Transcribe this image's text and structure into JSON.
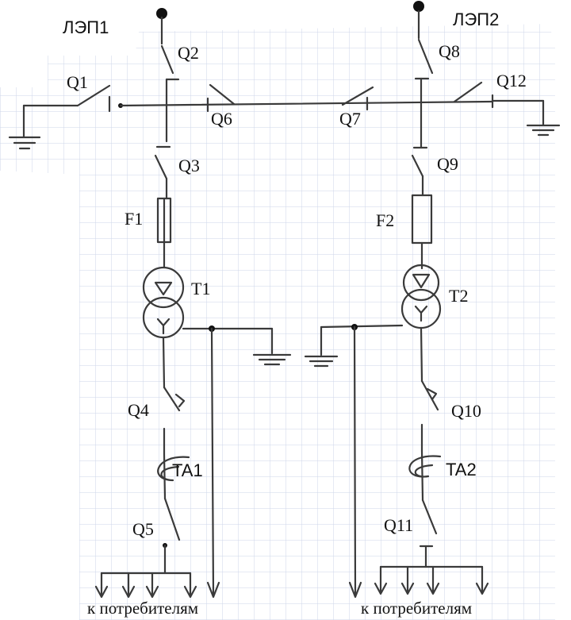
{
  "diagram": {
    "line_labels": {
      "lep1": "ЛЭП1",
      "lep2": "ЛЭП2"
    },
    "switches": {
      "q1": "Q1",
      "q2": "Q2",
      "q3": "Q3",
      "q4": "Q4",
      "q5": "Q5",
      "q6": "Q6",
      "q7": "Q7",
      "q8": "Q8",
      "q9": "Q9",
      "q10": "Q10",
      "q11": "Q11",
      "q12": "Q12"
    },
    "fuses": {
      "f1": "F1",
      "f2": "F2"
    },
    "transformers": {
      "t1": "T1",
      "t2": "T2"
    },
    "current_transformers": {
      "ta1": "TA1",
      "ta2": "TA2"
    },
    "consumers": {
      "left": "к потребителям",
      "right": "к потребителям"
    }
  },
  "colors": {
    "paper": "#ffffff",
    "grid": "#c5cfe6",
    "ink": "#3a3a3a",
    "text": "#111111"
  }
}
